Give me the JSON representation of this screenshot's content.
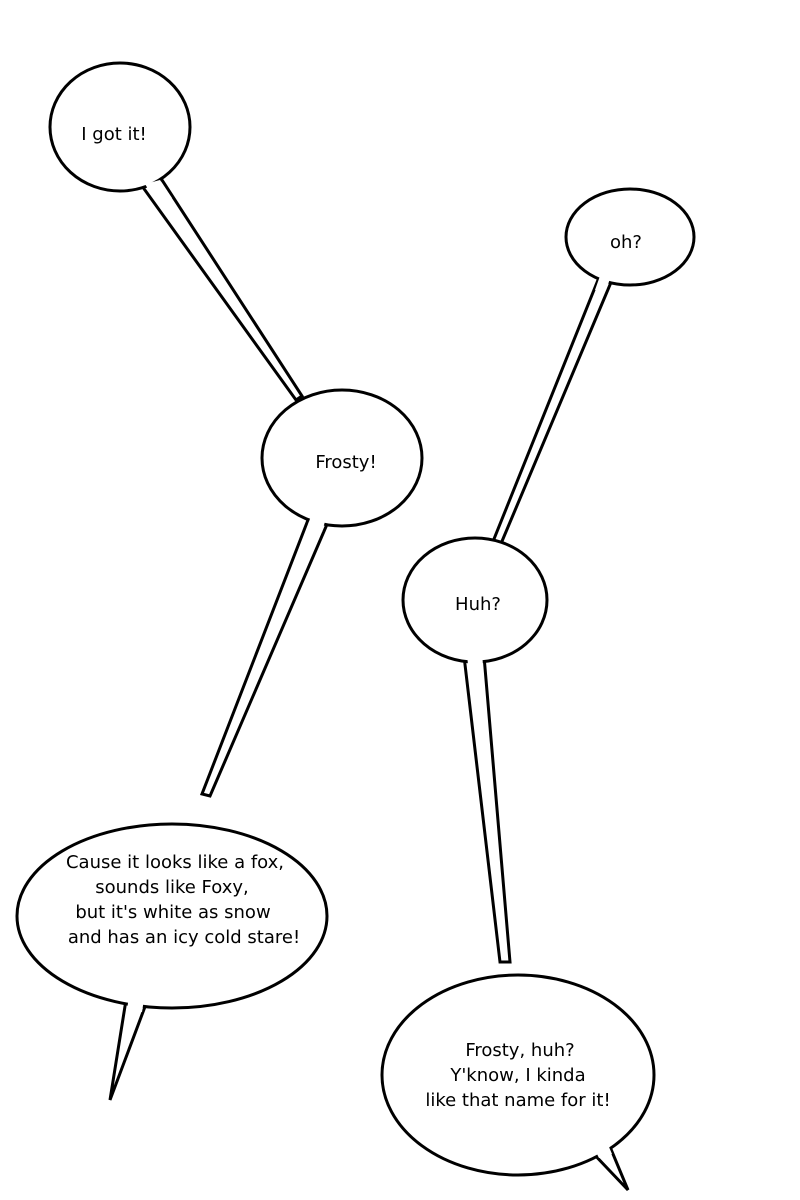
{
  "bubbles": [
    {
      "id": "got-it",
      "lines": [
        "I got it!"
      ]
    },
    {
      "id": "frosty",
      "lines": [
        "Frosty!"
      ]
    },
    {
      "id": "explanation",
      "lines": [
        "Cause it looks like a fox,",
        "sounds like Foxy,",
        "but it's white as snow",
        "and has an icy cold stare!"
      ]
    },
    {
      "id": "oh",
      "lines": [
        "oh?"
      ]
    },
    {
      "id": "huh",
      "lines": [
        "Huh?"
      ]
    },
    {
      "id": "frosty-huh",
      "lines": [
        "Frosty, huh?",
        "Y'know, I kinda",
        "like that name for it!"
      ]
    }
  ]
}
